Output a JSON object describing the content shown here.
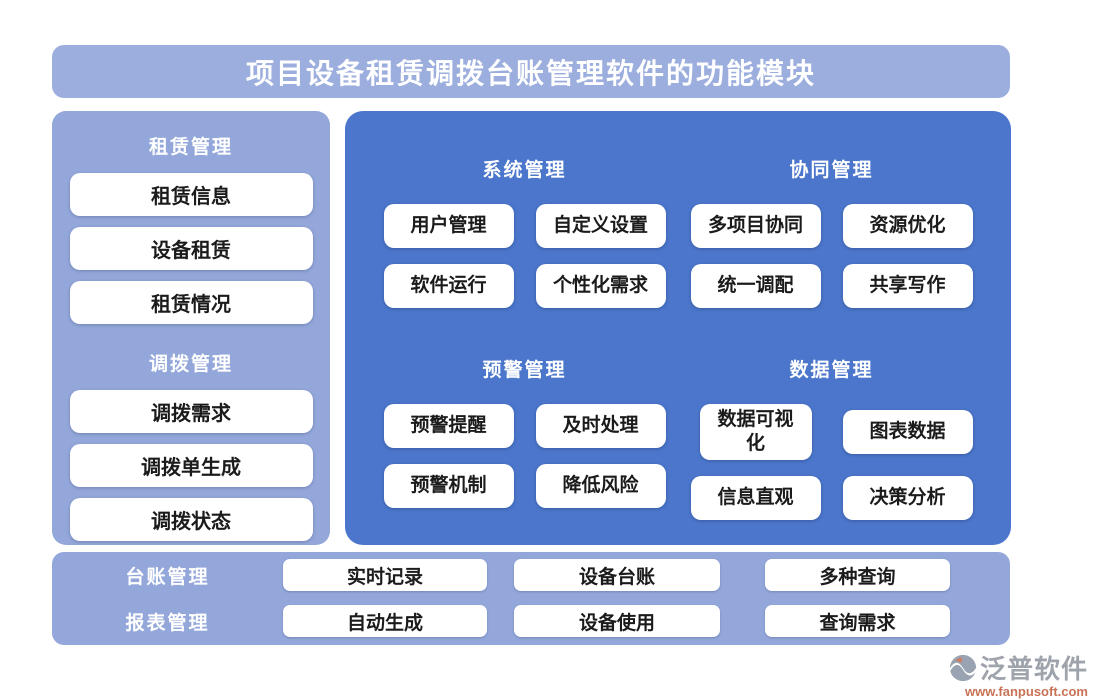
{
  "page": {
    "title": "项目设备租赁调拨台账管理软件的功能模块"
  },
  "sidebar": {
    "sections": [
      {
        "title": "租赁管理",
        "items": [
          "租赁信息",
          "设备租赁",
          "租赁情况"
        ]
      },
      {
        "title": "调拨管理",
        "items": [
          "调拨需求",
          "调拨单生成",
          "调拨状态"
        ]
      }
    ]
  },
  "main": {
    "quadrants": [
      {
        "title": "系统管理",
        "buttons": [
          "用户管理",
          "自定义设置",
          "软件运行",
          "个性化需求"
        ]
      },
      {
        "title": "协同管理",
        "buttons": [
          "多项目协同",
          "资源优化",
          "统一调配",
          "共享写作"
        ]
      },
      {
        "title": "预警管理",
        "buttons": [
          "预警提醒",
          "及时处理",
          "预警机制",
          "降低风险"
        ]
      },
      {
        "title": "数据管理",
        "buttons": [
          "数据可视化",
          "图表数据",
          "信息直观",
          "决策分析"
        ]
      }
    ]
  },
  "footer": {
    "rows": [
      {
        "label": "台账管理",
        "buttons": [
          "实时记录",
          "设备台账",
          "多种查询"
        ]
      },
      {
        "label": "报表管理",
        "buttons": [
          "自动生成",
          "设备使用",
          "查询需求"
        ]
      }
    ]
  },
  "branding": {
    "name": "泛普软件",
    "url": "www.fanpusoft.com"
  },
  "colors": {
    "header_bg": "#9caede",
    "panel_light": "#93a7da",
    "panel_dark": "#4b76cb",
    "chip_bg": "#ffffff",
    "chip_text": "#1b1b1b",
    "title_text": "#ffffff",
    "brand_gray": "#9ea3ac",
    "brand_url_orange": "#c97356"
  }
}
